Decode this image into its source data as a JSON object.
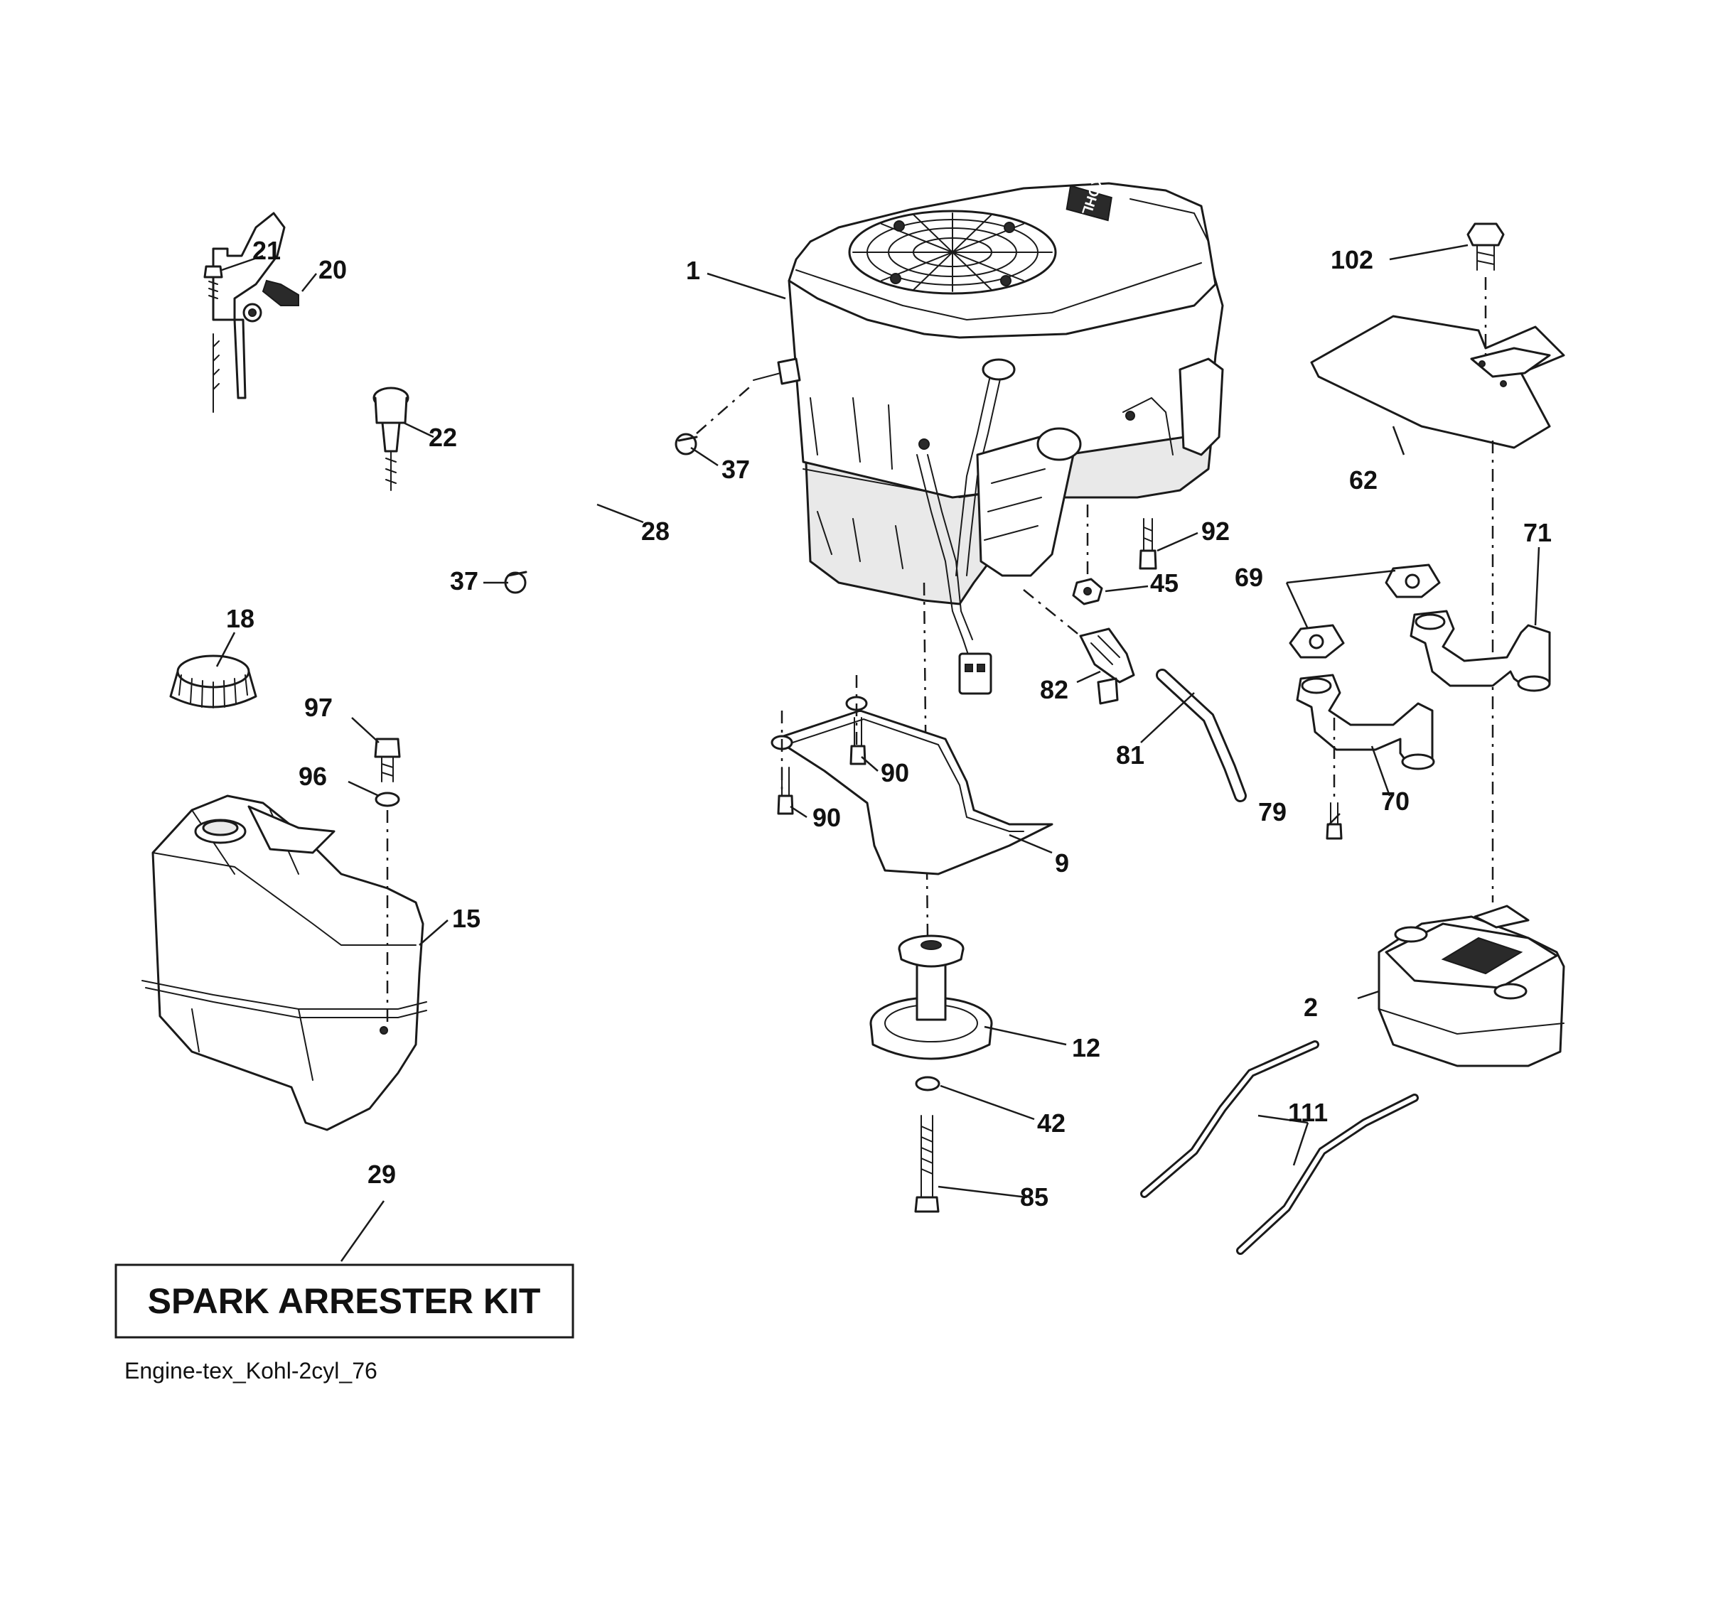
{
  "diagram": {
    "callouts": {
      "c1": "1",
      "c2": "2",
      "c9": "9",
      "c12": "12",
      "c15": "15",
      "c18": "18",
      "c20": "20",
      "c21": "21",
      "c22": "22",
      "c28": "28",
      "c29": "29",
      "c37a": "37",
      "c37b": "37",
      "c42": "42",
      "c45": "45",
      "c62": "62",
      "c69": "69",
      "c70": "70",
      "c71": "71",
      "c79": "79",
      "c81": "81",
      "c82": "82",
      "c85": "85",
      "c90a": "90",
      "c90b": "90",
      "c92": "92",
      "c96": "96",
      "c97": "97",
      "c102": "102",
      "c111": "111"
    },
    "engine_brand": "KOHLER",
    "kit_label": "SPARK ARRESTER KIT",
    "figure_code": "Engine-tex_Kohl-2cyl_76"
  }
}
